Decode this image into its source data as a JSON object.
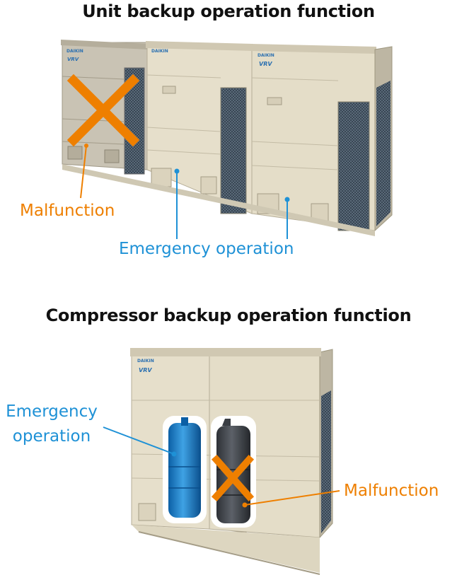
{
  "unit_backup": {
    "title": "Unit backup operation function",
    "malfunction_label": "Malfunction",
    "emergency_label": "Emergency operation"
  },
  "compressor_backup": {
    "title": "Compressor backup operation function",
    "emergency_label_line1": "Emergency",
    "emergency_label_line2": "operation",
    "malfunction_label": "Malfunction"
  },
  "brand": {
    "name": "DAIKIN",
    "model": "VRV"
  },
  "colors": {
    "malfunction": "#EE7F00",
    "emergency": "#1E91D6",
    "cabinet": "#E4DDC8",
    "cabinet_dark": "#BDB6A3",
    "coil": "#3A4652"
  }
}
